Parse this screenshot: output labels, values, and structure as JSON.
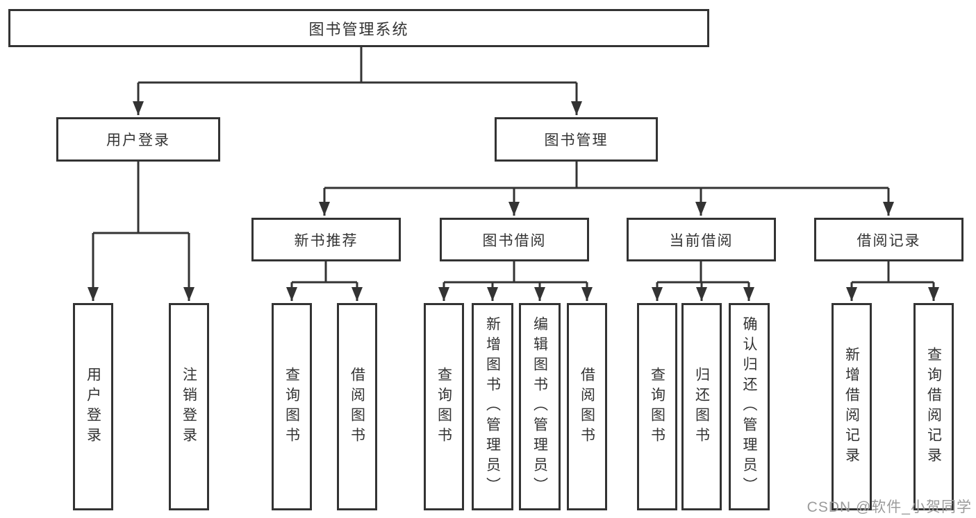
{
  "diagram": {
    "root": {
      "label": "图书管理系统"
    },
    "branches": [
      {
        "label": "用户登录",
        "leaves": [
          {
            "label": "用户登录"
          },
          {
            "label": "注销登录"
          }
        ]
      },
      {
        "label": "图书管理",
        "groups": [
          {
            "label": "新书推荐",
            "leaves": [
              {
                "label": "查询图书"
              },
              {
                "label": "借阅图书"
              }
            ]
          },
          {
            "label": "图书借阅",
            "leaves": [
              {
                "label": "查询图书"
              },
              {
                "label": "新增图书（管理员）"
              },
              {
                "label": "编辑图书（管理员）"
              },
              {
                "label": "借阅图书"
              }
            ]
          },
          {
            "label": "当前借阅",
            "leaves": [
              {
                "label": "查询图书"
              },
              {
                "label": "归还图书"
              },
              {
                "label": "确认归还（管理员）"
              }
            ]
          },
          {
            "label": "借阅记录",
            "leaves": [
              {
                "label": "新增借阅记录"
              },
              {
                "label": "查询借阅记录"
              }
            ]
          }
        ]
      }
    ]
  },
  "watermark": {
    "text": "CSDN @软件_小贺同学"
  },
  "colors": {
    "line": "#333333",
    "text": "#333333",
    "watermark": "#9b9b9b",
    "background": "#ffffff"
  }
}
